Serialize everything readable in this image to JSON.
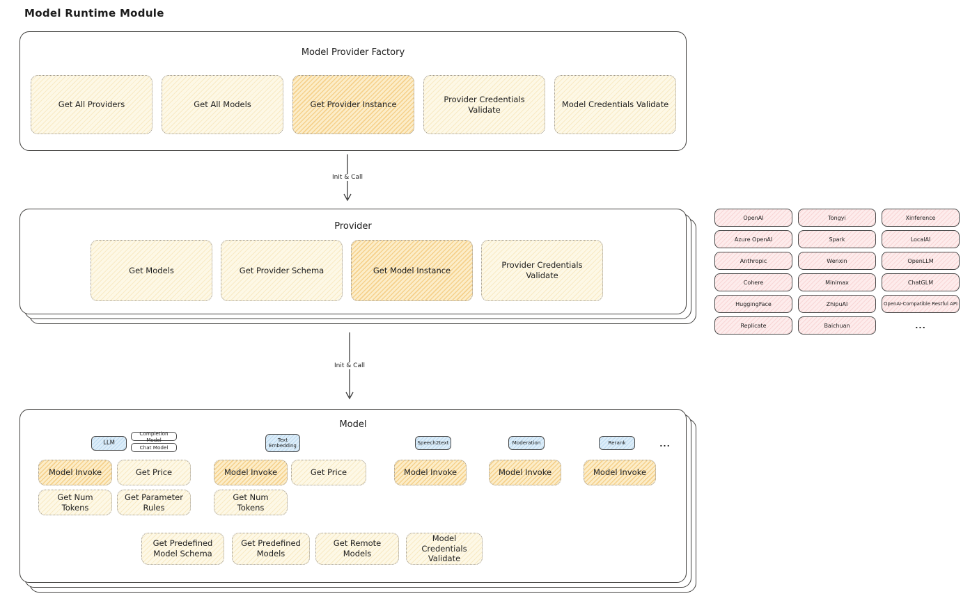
{
  "title": "Model Runtime Module",
  "colors": {
    "yellow_fill": "#fdf8e6",
    "yellow_hatch": "#e9c46a",
    "orange_fill": "#fcedc9",
    "orange_hatch": "#eeae40",
    "pink_fill": "#fdecec",
    "pink_hatch": "#eba0a0",
    "blue_fill": "#dcedf9",
    "blue_hatch": "#82b4dc",
    "outline": "#403f3d"
  },
  "factory": {
    "title": "Model Provider Factory",
    "items": [
      {
        "label": "Get All Providers",
        "highlighted": false
      },
      {
        "label": "Get All Models",
        "highlighted": false
      },
      {
        "label": "Get Provider Instance",
        "highlighted": true
      },
      {
        "label": "Provider Credentials Validate",
        "highlighted": false
      },
      {
        "label": "Model Credentials Validate",
        "highlighted": false
      }
    ]
  },
  "arrows": {
    "init_call_1": "Init & Call",
    "init_call_2": "Init & Call"
  },
  "provider": {
    "title": "Provider",
    "items": [
      {
        "label": "Get Models",
        "highlighted": false
      },
      {
        "label": "Get Provider Schema",
        "highlighted": false
      },
      {
        "label": "Get Model Instance",
        "highlighted": true
      },
      {
        "label": "Provider Credentials Validate",
        "highlighted": false
      }
    ]
  },
  "providers_list": {
    "items": [
      "OpenAI",
      "Tongyi",
      "Xinference",
      "Azure OpenAI",
      "Spark",
      "LocalAI",
      "Anthropic",
      "Wenxin",
      "OpenLLM",
      "Cohere",
      "Minimax",
      "ChatGLM",
      "HuggingFace",
      "ZhipuAI",
      "OpenAI-Compatible Restful API",
      "Replicate",
      "Baichuan"
    ],
    "more": "..."
  },
  "model": {
    "title": "Model",
    "groups": [
      {
        "tag": "LLM",
        "sub_tags": [
          "Completion Model",
          "Chat Model"
        ],
        "functions": [
          {
            "label": "Model Invoke",
            "highlighted": true
          },
          {
            "label": "Get Price",
            "highlighted": false
          },
          {
            "label": "Get Num Tokens",
            "highlighted": false
          },
          {
            "label": "Get Parameter Rules",
            "highlighted": false
          }
        ]
      },
      {
        "tag": "Text Embedding",
        "functions": [
          {
            "label": "Model Invoke",
            "highlighted": true
          },
          {
            "label": "Get Price",
            "highlighted": false
          },
          {
            "label": "Get Num Tokens",
            "highlighted": false
          }
        ]
      },
      {
        "tag": "Speech2text",
        "functions": [
          {
            "label": "Model Invoke",
            "highlighted": true
          }
        ]
      },
      {
        "tag": "Moderation",
        "functions": [
          {
            "label": "Model Invoke",
            "highlighted": true
          }
        ]
      },
      {
        "tag": "Rerank",
        "functions": [
          {
            "label": "Model Invoke",
            "highlighted": true
          }
        ]
      }
    ],
    "tags_more": "...",
    "shared_functions": [
      "Get Predefined Model Schema",
      "Get Predefined Models",
      "Get Remote Models",
      "Model Credentials Validate"
    ]
  }
}
